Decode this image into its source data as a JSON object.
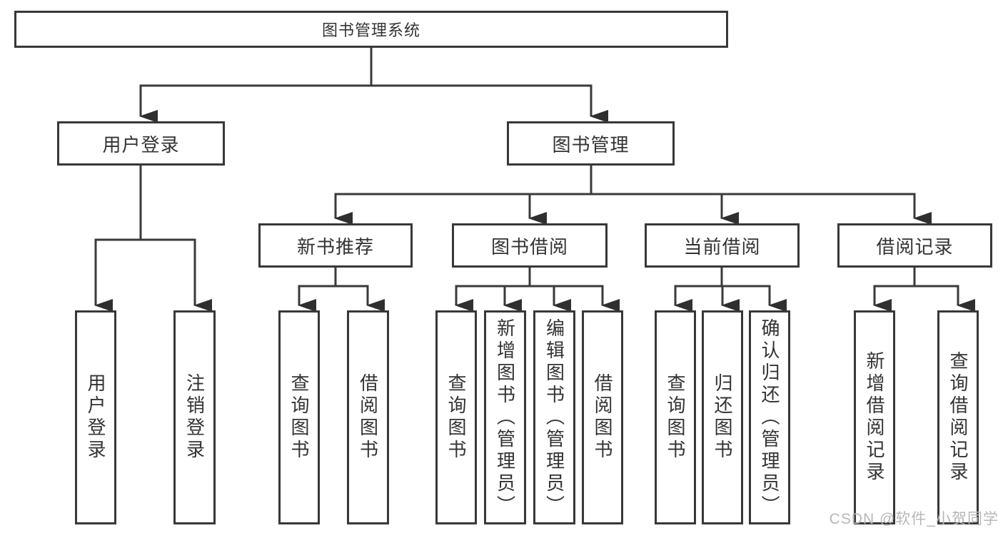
{
  "nodes": {
    "root": {
      "label": "图书管理系统"
    },
    "user_login": {
      "label": "用户登录"
    },
    "book_mgmt": {
      "label": "图书管理"
    },
    "new_book_rec": {
      "label": "新书推荐"
    },
    "book_borrow": {
      "label": "图书借阅"
    },
    "current_borrow": {
      "label": "当前借阅"
    },
    "borrow_records": {
      "label": "借阅记录"
    },
    "leaf_user_login": {
      "label": "用户登录"
    },
    "leaf_logout": {
      "label": "注销登录"
    },
    "leaf_nbr_query": {
      "label": "查询图书"
    },
    "leaf_nbr_borrow": {
      "label": "借阅图书"
    },
    "leaf_bb_query": {
      "label": "查询图书"
    },
    "leaf_bb_add": {
      "label": "新增图书（管理员）"
    },
    "leaf_bb_edit": {
      "label": "编辑图书（管理员）"
    },
    "leaf_bb_borrow": {
      "label": "借阅图书"
    },
    "leaf_cb_query": {
      "label": "查询图书"
    },
    "leaf_cb_return": {
      "label": "归还图书"
    },
    "leaf_cb_confirm": {
      "label": "确认归还（管理员）"
    },
    "leaf_br_add": {
      "label": "新增借阅记录"
    },
    "leaf_br_query": {
      "label": "查询借阅记录"
    }
  },
  "hierarchy": {
    "图书管理系统": {
      "用户登录": [
        "用户登录",
        "注销登录"
      ],
      "图书管理": {
        "新书推荐": [
          "查询图书",
          "借阅图书"
        ],
        "图书借阅": [
          "查询图书",
          "新增图书（管理员）",
          "编辑图书（管理员）",
          "借阅图书"
        ],
        "当前借阅": [
          "查询图书",
          "归还图书",
          "确认归还（管理员）"
        ],
        "借阅记录": [
          "新增借阅记录",
          "查询借阅记录"
        ]
      }
    }
  },
  "watermark": "CSDN @软件_小贺同学",
  "colors": {
    "border": "#383838",
    "connector": "#3a3a3a",
    "text": "#333333",
    "watermark": "#b7b7b7",
    "background": "#ffffff"
  }
}
